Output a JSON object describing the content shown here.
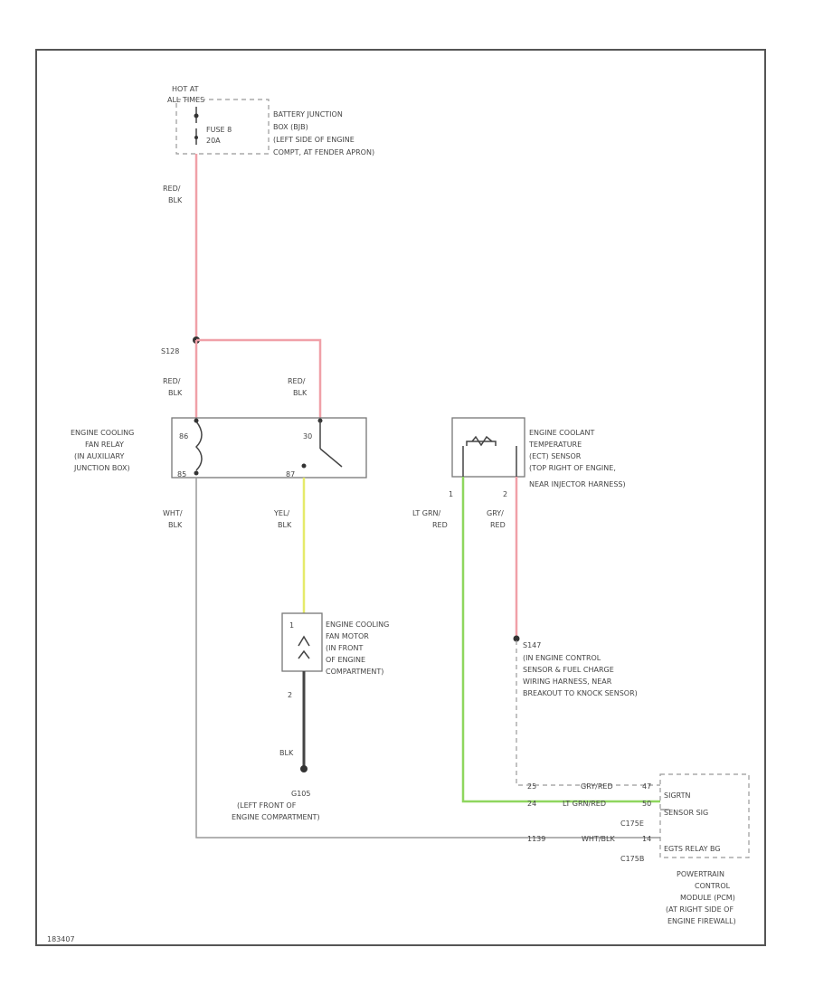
{
  "colors": {
    "red_blk": "#f0a0a8",
    "yel_blk": "#e6ea6a",
    "lt_grn_red": "#8ed65e",
    "blk": "#444444",
    "wht_blk": "#999999",
    "frame": "#555555"
  },
  "power": {
    "hot_at_line1": "HOT AT",
    "hot_at_line2": "ALL TIMES",
    "fuse": "FUSE 8",
    "fuse_rating": "20A",
    "bjb_lines": [
      "BATTERY JUNCTION",
      "BOX (BJB)",
      "(LEFT SIDE OF ENGINE",
      "COMPT, AT FENDER APRON)"
    ]
  },
  "wires": {
    "red_blk_top": [
      "RED/",
      "BLK"
    ],
    "red_blk_left": [
      "RED/",
      "BLK"
    ],
    "red_blk_right": [
      "RED/",
      "BLK"
    ],
    "wht_blk": [
      "WHT/",
      "BLK"
    ],
    "yel_blk": [
      "YEL/",
      "BLK"
    ],
    "lt_grn_red": [
      "LT GRN/",
      "RED"
    ],
    "gry_red": [
      "GRY/",
      "RED"
    ],
    "blk": "BLK"
  },
  "splice": "S128",
  "relay": {
    "lines": [
      "ENGINE COOLING",
      "FAN RELAY",
      "(IN AUXILIARY",
      "JUNCTION BOX)"
    ],
    "pin_86": "86",
    "pin_85": "85",
    "pin_30": "30",
    "pin_87": "87"
  },
  "sensor": {
    "lines": [
      "ENGINE COOLANT",
      "TEMPERATURE",
      "(ECT) SENSOR",
      "(TOP RIGHT OF ENGINE,",
      "NEAR INJECTOR HARNESS)"
    ],
    "pin_1": "1",
    "pin_2": "2"
  },
  "motor": {
    "lines": [
      "ENGINE COOLING",
      "FAN MOTOR",
      "(IN FRONT",
      "OF ENGINE",
      "COMPARTMENT)"
    ],
    "pin_1": "1",
    "pin_2": "2"
  },
  "ground": {
    "id": "G105",
    "lines": [
      "(LEFT FRONT OF",
      "ENGINE COMPARTMENT)"
    ]
  },
  "s147": {
    "id": "S147",
    "lines": [
      "(IN ENGINE CONTROL",
      "SENSOR & FUEL CHARGE",
      "WIRING HARNESS, NEAR",
      "BREAKOUT TO KNOCK SENSOR)"
    ]
  },
  "pcm": {
    "row1_pin": "25",
    "row1_wire": "GRY/RED",
    "row1_cav": "47",
    "row1_label": "SIGRTN",
    "row2_pin": "24",
    "row2_wire": "LT GRN/RED",
    "row2_cav": "50",
    "row2_label": "SENSOR SIG",
    "conn1": "C175E",
    "row3_pin": "1139",
    "row3_wire": "WHT/BLK",
    "row3_cav": "14",
    "row3_label": "EGTS RELAY BG",
    "conn2": "C175B",
    "lines": [
      "POWERTRAIN",
      "CONTROL",
      "MODULE (PCM)",
      "(AT RIGHT SIDE OF",
      "ENGINE FIREWALL)"
    ]
  },
  "figure_id": "183407"
}
